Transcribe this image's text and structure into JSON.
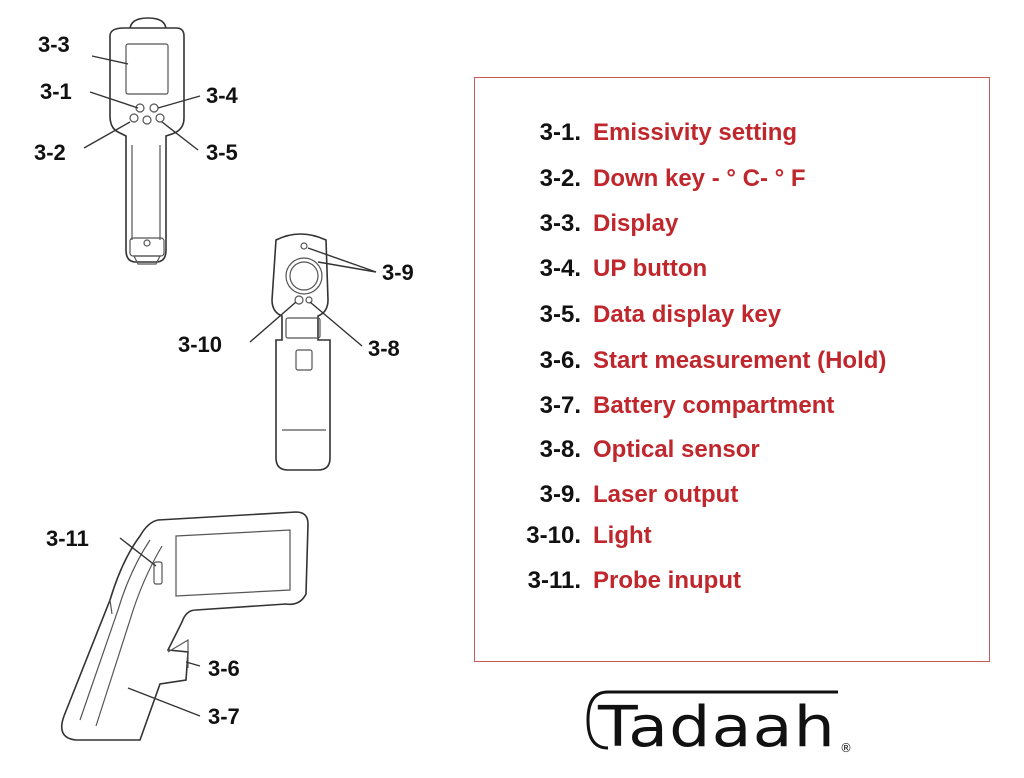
{
  "callouts": [
    "3-3",
    "3-1",
    "3-4",
    "3-2",
    "3-5",
    "3-9",
    "3-10",
    "3-8",
    "3-11",
    "3-6",
    "3-7"
  ],
  "legend": [
    {
      "num": "3-1.",
      "label": "Emissivity setting"
    },
    {
      "num": "3-2.",
      "label": "Down key - ° C- ° F"
    },
    {
      "num": "3-3.",
      "label": "Display"
    },
    {
      "num": "3-4.",
      "label": "UP button"
    },
    {
      "num": "3-5.",
      "label": "Data display key"
    },
    {
      "num": "3-6.",
      "label": "Start measurement (Hold)"
    },
    {
      "num": "3-7.",
      "label": "Battery compartment"
    },
    {
      "num": "3-8.",
      "label": "Optical sensor"
    },
    {
      "num": "3-9.",
      "label": "Laser output"
    },
    {
      "num": "3-10.",
      "label": "Light"
    },
    {
      "num": "3-11.",
      "label": "Probe inuput"
    }
  ],
  "brand": {
    "name": "Tadaah",
    "mark": "®"
  },
  "colors": {
    "label_red": "#c0272d",
    "box_border": "#c75b5b",
    "ink": "#111111"
  }
}
